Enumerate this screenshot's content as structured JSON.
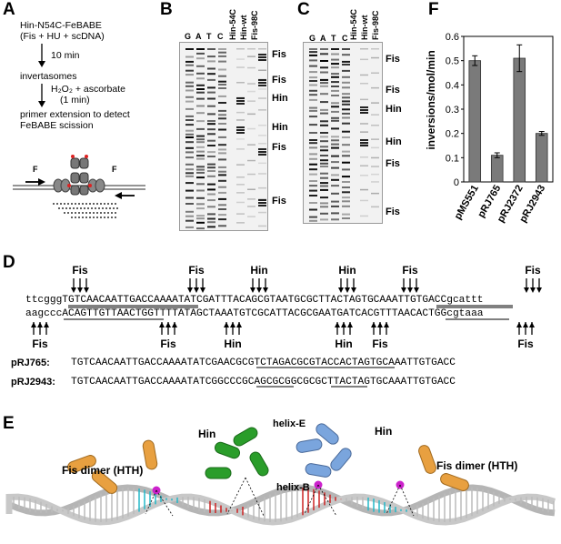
{
  "panels": {
    "a": "A",
    "b": "B",
    "c": "C",
    "d": "D",
    "e": "E",
    "f": "F"
  },
  "panel_a": {
    "step1": "Hin-N54C-FeBABE",
    "step1b": "(Fis + HU + scDNA)",
    "arrow1": "10 min",
    "step2": "invertasomes",
    "arrow2a": "H₂O₂ + ascorbate",
    "arrow2b": "(1 min)",
    "step3a": "primer extension to detect",
    "step3b": "FeBABE scission",
    "complex_label_left": "F",
    "complex_label_right": "F"
  },
  "gel_b": {
    "lanes": [
      "G",
      "A",
      "T",
      "C"
    ],
    "rot_lanes": [
      "Hin-54C",
      "Hin-wt",
      "Fis-98C"
    ],
    "tags": [
      "Fis",
      "Fis",
      "Hin",
      "Hin",
      "Fis",
      "Fis"
    ]
  },
  "gel_c": {
    "lanes": [
      "G",
      "A",
      "T",
      "C"
    ],
    "rot_lanes": [
      "Hin-54C",
      "Hin-wt",
      "Fis-98C"
    ],
    "tags": [
      "Fis",
      "Fis",
      "Hin",
      "Hin",
      "Fis",
      "Fis"
    ]
  },
  "chart_data": {
    "type": "bar",
    "categories": [
      "pMS551",
      "pRJ765",
      "pRJ2372",
      "pRJ2943"
    ],
    "values": [
      0.5,
      0.11,
      0.51,
      0.2
    ],
    "errors": [
      0.02,
      0.01,
      0.055,
      0.008
    ],
    "title": "",
    "xlabel": "",
    "ylabel": "inversions/mol/min",
    "ylim": [
      0,
      0.6
    ],
    "yticks": [
      "0",
      "0.1",
      "0.2",
      "0.3",
      "0.4",
      "0.5",
      "0.6"
    ],
    "bar_color": "#7a7a7a"
  },
  "panel_d": {
    "top_labels": [
      "Fis",
      "Fis",
      "Hin",
      "Hin",
      "Fis",
      "Fis"
    ],
    "bottom_labels": [
      "Fis",
      "Fis",
      "Hin",
      "Hin",
      "Fis",
      "Fis"
    ],
    "top_strand": "ttcgggTGTCAACAATTGACCAAAATATCGATTTACAGCGTAATGCGCTTACTAGTGCAAATTGTGACCgcattt",
    "bottom_strand": "aagcccACAGTTGTTAACTGGTTTTATAGCTAAATGTCGCATTACGCGAATGATCACGTTTAACACTGGcgtaaa",
    "row1_name": "pRJ765:",
    "row1_seq": "TGTCAACAATTGACCAAAATATCGAACGCGTCTAGACGCGTACCACTAGTGCAAATTGTGACC",
    "row2_name": "pRJ2943:",
    "row2_seq": "TGTCAACAATTGACCAAAATATCGGCCCGCAGCGCGGCGCGCTTACTAGTGCAAATTGTGACC"
  },
  "panel_e": {
    "hin_left": "Hin",
    "hin_right": "Hin",
    "helix_e": "helix-E",
    "helix_b": "helix-B",
    "fis_left": "Fis dimer (HTH)",
    "fis_right": "Fis dimer (HTH)"
  },
  "colors": {
    "hin_green": "#2a9d2a",
    "hin_blue": "#7aa5dd",
    "fis_orange": "#e8a040",
    "dna_grey": "#b5b5b5",
    "cyan": "#22b8c8",
    "red": "#cc2222",
    "magenta": "#cc22cc"
  }
}
